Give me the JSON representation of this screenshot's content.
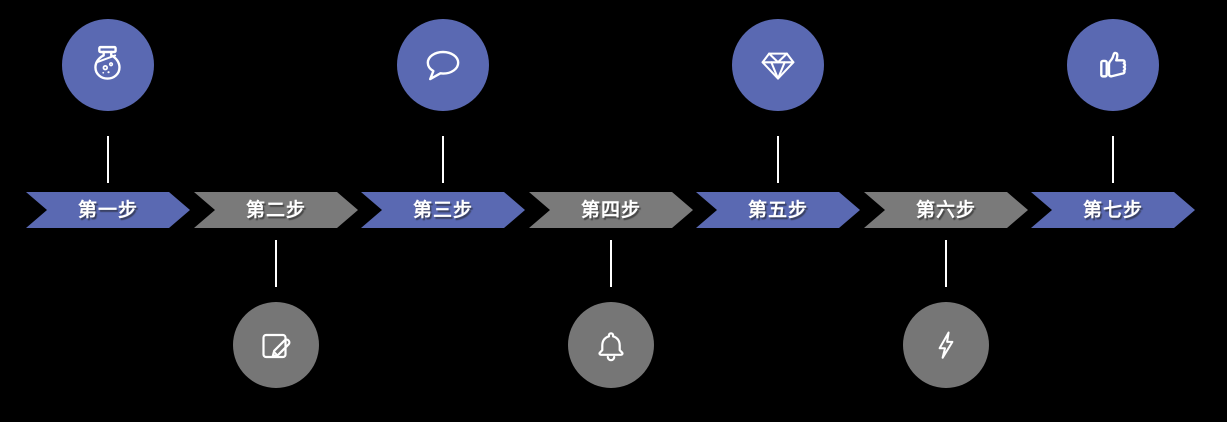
{
  "diagram": {
    "type": "process-flow",
    "background": "black",
    "colors": {
      "background": "#000000",
      "arrow_blue": "#5a69b2",
      "arrow_gray": "#7a7a7a",
      "circle_blue": "#5a69b2",
      "circle_gray": "#767676",
      "icon_stroke": "#ffffff",
      "connector": "#ffffff",
      "label_text": "#ffffff"
    },
    "steps": [
      {
        "label": "第一步",
        "color": "blue",
        "icon": "flask-icon",
        "icon_position": "top"
      },
      {
        "label": "第二步",
        "color": "gray",
        "icon": "edit-pencil-icon",
        "icon_position": "bottom"
      },
      {
        "label": "第三步",
        "color": "blue",
        "icon": "speech-bubble-icon",
        "icon_position": "top"
      },
      {
        "label": "第四步",
        "color": "gray",
        "icon": "bell-icon",
        "icon_position": "bottom"
      },
      {
        "label": "第五步",
        "color": "blue",
        "icon": "diamond-icon",
        "icon_position": "top"
      },
      {
        "label": "第六步",
        "color": "gray",
        "icon": "lightning-icon",
        "icon_position": "bottom"
      },
      {
        "label": "第七步",
        "color": "blue",
        "icon": "thumbs-up-icon",
        "icon_position": "top"
      }
    ]
  }
}
